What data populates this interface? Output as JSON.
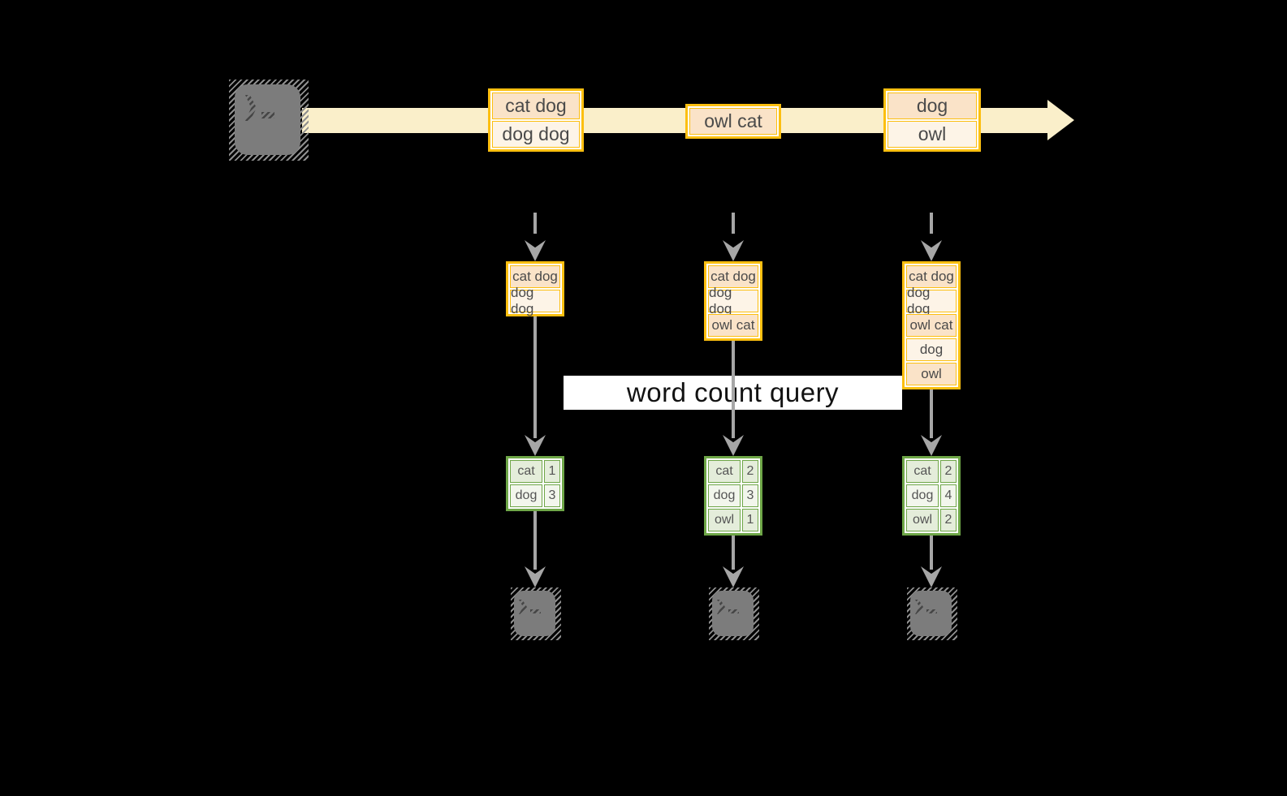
{
  "palette": {
    "band": "#faefca",
    "orange": "#fcbf10",
    "peach": "#fae3c8",
    "cream": "#fdf4e7",
    "green": "#6ea647",
    "greenfillA": "#e4edda",
    "greenfillB": "#f2f6ec",
    "gray": "#a6a6a6"
  },
  "stream": {
    "source_icon": "terminal-icon",
    "events": [
      {
        "lines": [
          "cat dog",
          "dog dog"
        ]
      },
      {
        "lines": [
          "owl cat"
        ]
      },
      {
        "lines": [
          "dog",
          "owl"
        ]
      }
    ]
  },
  "query": {
    "label": "word count query"
  },
  "columns": [
    {
      "state": [
        "cat dog",
        "dog dog"
      ],
      "counts": [
        {
          "word": "cat",
          "count": "1"
        },
        {
          "word": "dog",
          "count": "3"
        }
      ],
      "sink_icon": "terminal-icon"
    },
    {
      "state": [
        "cat dog",
        "dog dog",
        "owl cat"
      ],
      "counts": [
        {
          "word": "cat",
          "count": "2"
        },
        {
          "word": "dog",
          "count": "3"
        },
        {
          "word": "owl",
          "count": "1"
        }
      ],
      "sink_icon": "terminal-icon"
    },
    {
      "state": [
        "cat dog",
        "dog dog",
        "owl cat",
        "dog",
        "owl"
      ],
      "counts": [
        {
          "word": "cat",
          "count": "2"
        },
        {
          "word": "dog",
          "count": "4"
        },
        {
          "word": "owl",
          "count": "2"
        }
      ],
      "sink_icon": "terminal-icon"
    }
  ]
}
